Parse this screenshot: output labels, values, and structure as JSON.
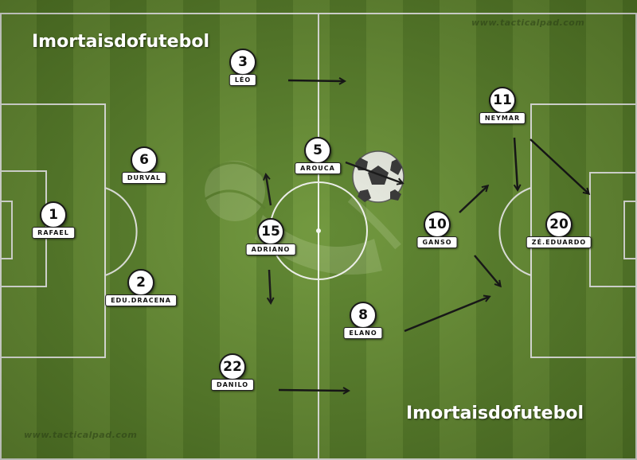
{
  "captions": {
    "top_left": "Imortaisdofutebol",
    "bottom_right": "Imortaisdofutebol"
  },
  "watermarks": {
    "top_right": "www.tacticalpad.com",
    "bottom_left": "www.tacticalpad.com"
  },
  "colors": {
    "grass_light": "#6a9334",
    "grass_dark": "#5a8329",
    "lines": "#ffffff",
    "arrows": "#111111"
  },
  "players": [
    {
      "number": "1",
      "name": "RAFAEL"
    },
    {
      "number": "2",
      "name": "EDU.DRACENA"
    },
    {
      "number": "6",
      "name": "DURVAL"
    },
    {
      "number": "3",
      "name": "LÉO"
    },
    {
      "number": "22",
      "name": "DANILO"
    },
    {
      "number": "15",
      "name": "ADRIANO"
    },
    {
      "number": "5",
      "name": "AROUCA"
    },
    {
      "number": "8",
      "name": "ELANO"
    },
    {
      "number": "10",
      "name": "GANSO"
    },
    {
      "number": "11",
      "name": "NEYMAR"
    },
    {
      "number": "20",
      "name": "ZÉ.EDUARDO"
    }
  ]
}
